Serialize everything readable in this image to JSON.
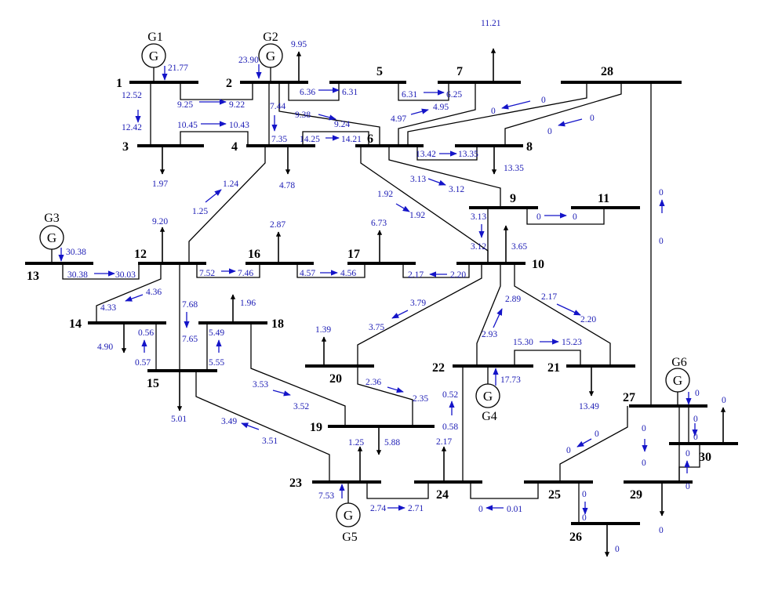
{
  "buses": [
    {
      "id": "1",
      "label": "1"
    },
    {
      "id": "2",
      "label": "2"
    },
    {
      "id": "3",
      "label": "3"
    },
    {
      "id": "4",
      "label": "4"
    },
    {
      "id": "5",
      "label": "5"
    },
    {
      "id": "6",
      "label": "6"
    },
    {
      "id": "7",
      "label": "7"
    },
    {
      "id": "8",
      "label": "8"
    },
    {
      "id": "9",
      "label": "9"
    },
    {
      "id": "10",
      "label": "10"
    },
    {
      "id": "11",
      "label": "11"
    },
    {
      "id": "12",
      "label": "12"
    },
    {
      "id": "13",
      "label": "13"
    },
    {
      "id": "14",
      "label": "14"
    },
    {
      "id": "15",
      "label": "15"
    },
    {
      "id": "16",
      "label": "16"
    },
    {
      "id": "17",
      "label": "17"
    },
    {
      "id": "18",
      "label": "18"
    },
    {
      "id": "19",
      "label": "19"
    },
    {
      "id": "20",
      "label": "20"
    },
    {
      "id": "21",
      "label": "21"
    },
    {
      "id": "22",
      "label": "22"
    },
    {
      "id": "23",
      "label": "23"
    },
    {
      "id": "24",
      "label": "24"
    },
    {
      "id": "25",
      "label": "25"
    },
    {
      "id": "26",
      "label": "26"
    },
    {
      "id": "27",
      "label": "27"
    },
    {
      "id": "28",
      "label": "28"
    },
    {
      "id": "29",
      "label": "29"
    },
    {
      "id": "30",
      "label": "30"
    }
  ],
  "generators": [
    {
      "id": "G1",
      "name": "G1",
      "symbol": "G",
      "bus": "1",
      "output": "21.77"
    },
    {
      "id": "G2",
      "name": "G2",
      "symbol": "G",
      "bus": "2",
      "output": "23.90"
    },
    {
      "id": "G3",
      "name": "G3",
      "symbol": "G",
      "bus": "13",
      "output": "30.38"
    },
    {
      "id": "G4",
      "name": "G4",
      "symbol": "G",
      "bus": "22",
      "output": "17.73"
    },
    {
      "id": "G5",
      "name": "G5",
      "symbol": "G",
      "bus": "23",
      "output": "7.53"
    },
    {
      "id": "G6",
      "name": "G6",
      "symbol": "G",
      "bus": "27",
      "output": "0"
    }
  ],
  "loads": [
    {
      "bus": "2",
      "value": "9.95"
    },
    {
      "bus": "3",
      "value": "1.97"
    },
    {
      "bus": "4",
      "value": "4.78"
    },
    {
      "bus": "7",
      "value": "11.21"
    },
    {
      "bus": "8",
      "value": "13.35"
    },
    {
      "bus": "10",
      "value": "3.65"
    },
    {
      "bus": "12",
      "value": "9.20"
    },
    {
      "bus": "14",
      "value": "4.90"
    },
    {
      "bus": "15",
      "value": "5.01"
    },
    {
      "bus": "16",
      "value": "2.87"
    },
    {
      "bus": "17",
      "value": "6.73"
    },
    {
      "bus": "18",
      "value": "1.96"
    },
    {
      "bus": "19",
      "value": "5.88"
    },
    {
      "bus": "20",
      "value": "1.39"
    },
    {
      "bus": "21",
      "value": "13.49"
    },
    {
      "bus": "23",
      "value": "1.25"
    },
    {
      "bus": "24",
      "value": "2.17"
    },
    {
      "bus": "26",
      "value": "0"
    },
    {
      "bus": "29",
      "value": "0"
    },
    {
      "bus": "30",
      "value": "0"
    }
  ],
  "branches": [
    {
      "id": "1-2",
      "from_flow": "9.25",
      "to_flow": "9.22"
    },
    {
      "id": "1-3",
      "from_flow": "12.52",
      "to_flow": "12.42"
    },
    {
      "id": "2-4",
      "from_flow": "7.44",
      "to_flow": "7.35"
    },
    {
      "id": "2-5",
      "from_flow": "6.36",
      "to_flow": "6.31"
    },
    {
      "id": "2-6",
      "from_flow": "9.38",
      "to_flow": "9.24"
    },
    {
      "id": "3-4",
      "from_flow": "10.45",
      "to_flow": "10.43"
    },
    {
      "id": "4-6",
      "from_flow": "14.25",
      "to_flow": "14.21"
    },
    {
      "id": "5-7",
      "from_flow": "6.31",
      "to_flow": "6.25"
    },
    {
      "id": "6-7",
      "from_flow": "4.97",
      "to_flow": "4.95"
    },
    {
      "id": "6-8",
      "from_flow": "13.42",
      "to_flow": "13.35"
    },
    {
      "id": "6-9",
      "from_flow": "3.13",
      "to_flow": "3.12"
    },
    {
      "id": "6-10",
      "from_flow": "1.92",
      "to_flow": "1.92"
    },
    {
      "id": "6-28",
      "from_flow": "0",
      "to_flow": "0"
    },
    {
      "id": "8-28",
      "from_flow": "0",
      "to_flow": "0"
    },
    {
      "id": "9-10",
      "from_flow": "3.13",
      "to_flow": "3.12"
    },
    {
      "id": "9-11",
      "from_flow": "0",
      "to_flow": "0"
    },
    {
      "id": "4-12",
      "from_flow": "1.24",
      "to_flow": "1.25"
    },
    {
      "id": "12-13",
      "from_flow": "30.38",
      "to_flow": "30.03"
    },
    {
      "id": "12-14",
      "from_flow": "4.36",
      "to_flow": "4.33"
    },
    {
      "id": "12-15",
      "from_flow": "7.68",
      "to_flow": "7.65"
    },
    {
      "id": "12-16",
      "from_flow": "7.52",
      "to_flow": "7.46"
    },
    {
      "id": "14-15",
      "from_flow": "0.56",
      "to_flow": "0.57"
    },
    {
      "id": "15-18",
      "from_flow": "5.49",
      "to_flow": "5.55"
    },
    {
      "id": "15-23",
      "from_flow": "3.49",
      "to_flow": "3.51"
    },
    {
      "id": "16-17",
      "from_flow": "4.57",
      "to_flow": "4.56"
    },
    {
      "id": "17-10",
      "from_flow": "2.17",
      "to_flow": "2.20"
    },
    {
      "id": "18-19",
      "from_flow": "3.53",
      "to_flow": "3.52"
    },
    {
      "id": "19-20",
      "from_flow": "2.36",
      "to_flow": "2.35"
    },
    {
      "id": "10-20",
      "from_flow": "3.79",
      "to_flow": "3.75"
    },
    {
      "id": "10-21",
      "from_flow": "2.17",
      "to_flow": "2.20"
    },
    {
      "id": "10-22",
      "from_flow": "2.89",
      "to_flow": "2.93"
    },
    {
      "id": "21-22",
      "from_flow": "15.30",
      "to_flow": "15.23"
    },
    {
      "id": "22-24",
      "from_flow": "0.52",
      "to_flow": "0.58"
    },
    {
      "id": "23-24",
      "from_flow": "2.74",
      "to_flow": "2.71"
    },
    {
      "id": "24-25",
      "from_flow": "0",
      "to_flow": "0.01"
    },
    {
      "id": "25-26",
      "from_flow": "0",
      "to_flow": "0"
    },
    {
      "id": "25-27",
      "from_flow": "0",
      "to_flow": "0"
    },
    {
      "id": "28-27",
      "from_flow": "0",
      "to_flow": "0"
    },
    {
      "id": "27-29",
      "from_flow": "0",
      "to_flow": "0"
    },
    {
      "id": "27-30",
      "from_flow": "0",
      "to_flow": "0"
    },
    {
      "id": "29-30",
      "from_flow": "0",
      "to_flow": "0"
    }
  ],
  "colors": {
    "flow_text": "#1a1ab4",
    "flow_arrow": "#1414c8",
    "line": "#000000"
  }
}
